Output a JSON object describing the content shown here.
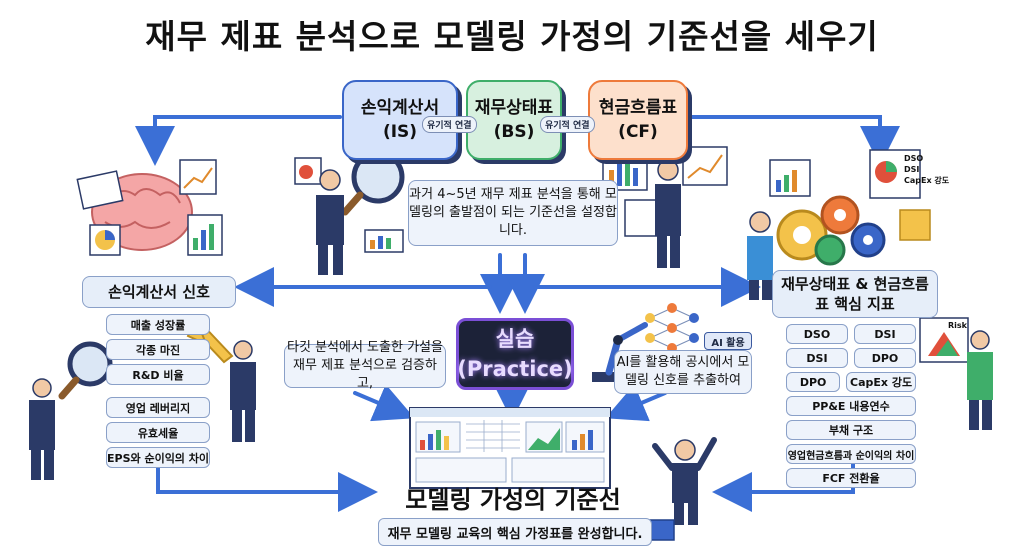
{
  "title": "재무 제표 분석으로 모델링 가정의 기준선을 세우기",
  "statements": [
    {
      "name": "손익계산서",
      "abbr": "(IS)",
      "color": "#3a66c8"
    },
    {
      "name": "재무상태표",
      "abbr": "(BS)",
      "color": "#3fae6a"
    },
    {
      "name": "현금흐름표",
      "abbr": "(CF)",
      "color": "#ee7a3b"
    }
  ],
  "link_label": "유기적 연결",
  "center_note": "과거 4~5년 재무 제표 분석을 통해 모델링의 출발점이 되는 기준선을 설정합니다.",
  "left_panel": {
    "header": "손익계산서 신호",
    "items": [
      "매출 성장률",
      "각종 마진",
      "R&D 비율",
      "영업 레버리지",
      "유효세율",
      "EPS와 순이익의 차이"
    ]
  },
  "right_panel": {
    "header": "재무상태표 & 현금흐름표 핵심 지표",
    "pairs": [
      [
        "DSO",
        "DSI"
      ],
      [
        "DSI",
        "DPO"
      ],
      [
        "DPO",
        "CapEx 강도"
      ]
    ],
    "items": [
      "PP&E 내용연수",
      "부채 구조",
      "영업현금흐름과 순이익의 차이",
      "FCF 전환율"
    ]
  },
  "practice": {
    "line1": "실습",
    "line2": "(Practice)"
  },
  "left_note": "타깃 분석에서 도출한 가설을 재무 제표 분석으로 검증하고,",
  "ai_badge": "AI 활용",
  "right_note": "AI를 활용해 공시에서 모델링 신호를 추출하여",
  "final": {
    "title": "모델링 가성의 기준선",
    "banner": "재무 모델링 교육의 핵심 가정표를 완성합니다."
  },
  "mini_labels": {
    "dso": "DSO",
    "dsi": "DSI",
    "capex": "CapEx 강도",
    "risk": "Risk"
  },
  "colors": {
    "navy": "#2b3a67",
    "arrow": "#3b6fd6",
    "practice_border": "#7b4fd6"
  }
}
